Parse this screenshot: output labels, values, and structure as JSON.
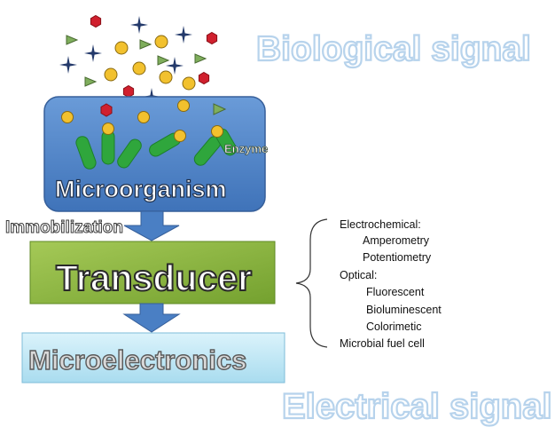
{
  "signals": {
    "biological": "Biological signal",
    "electrical": "Electrical signal"
  },
  "stages": {
    "microorganism": "Microorganism",
    "enzyme": "Enzyme",
    "immobilization": "Immobilization",
    "transducer": "Transducer",
    "microelectronics": "Microelectronics"
  },
  "transducer_types": [
    "Electrochemical:",
    "Amperometry",
    "Potentiometry",
    "Optical:",
    "Fluorescent",
    "Bioluminescent",
    "Colorimetic",
    "Microbial fuel cell"
  ],
  "colors": {
    "microorganism_box": "#4a7fc4",
    "transducer_box": "#8cb43e",
    "microelectronics_box": "#bfe6f5",
    "arrow": "#4a7fc4",
    "cell_green": "#2fa63c",
    "dot_yellow": "#f2c12e",
    "hexagon_red": "#d0202e",
    "triangle_green": "#7fae5c",
    "star_navy": "#243a6b",
    "outline_text": "#bcd6ee"
  }
}
